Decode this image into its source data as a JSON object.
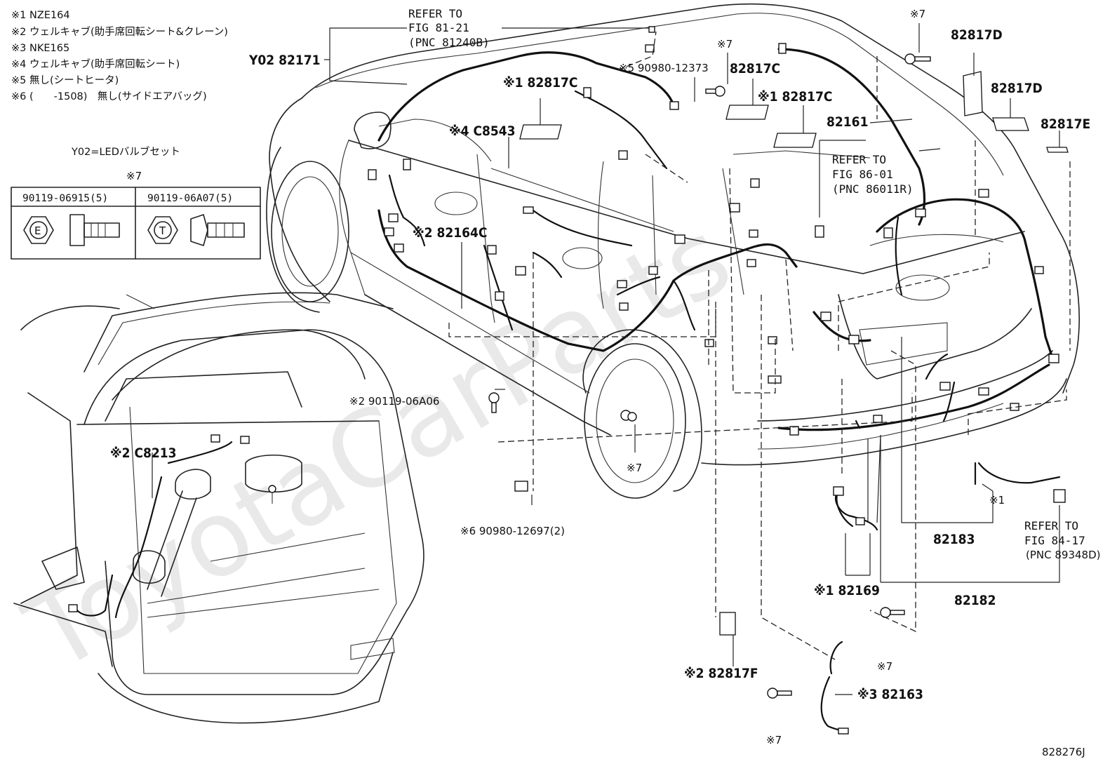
{
  "notes": [
    "※1 NZE164",
    "※2 ウェルキャブ(助手席回転シート&クレーン)",
    "※3 NKE165",
    "※4 ウェルキャブ(助手席回転シート)",
    "※5 無し(シートヒータ)",
    "※6 (　　-1508)　無し(サイドエアバッグ)"
  ],
  "y02_note": "Y02=LEDバルブセット",
  "fastener_table": {
    "title": "※7",
    "columns": [
      {
        "part": "90119-06915(5)",
        "mark": "E"
      },
      {
        "part": "90119-06A07(5)",
        "mark": "T"
      }
    ]
  },
  "watermark": "ToyotaCarParts",
  "drawing_number": "828276J",
  "callouts": {
    "fig_81_21": [
      "REFER TO",
      "FIG 81-21",
      "(PNC 81240B)"
    ],
    "fig_86_01": [
      "REFER TO",
      "FIG 86-01",
      "(PNC 86011R)"
    ],
    "fig_84_17": [
      "REFER TO",
      "FIG 84-17",
      "(PNC 89348D)"
    ],
    "p82171": "Y02 82171",
    "p90980_12373": "※5 90980-12373",
    "p82817C_1": "※1 82817C",
    "p82817C_2": "82817C",
    "p82817C_3": "※1 82817C",
    "p82817D_1": "82817D",
    "p82817D_2": "82817D",
    "p82817E": "82817E",
    "p82161": "82161",
    "pC8543": "※4 C8543",
    "p82164C": "※2 82164C",
    "p90119_06A06": "※2 90119-06A06",
    "pC8213": "※2 C8213",
    "p90980_12697": "※6 90980-12697(2)",
    "p82183": "82183",
    "p82182": "82182",
    "p82169": "※1 82169",
    "p82817F": "※2 82817F",
    "p82163": "※3 82163",
    "s7": "※7",
    "s1": "※1"
  }
}
